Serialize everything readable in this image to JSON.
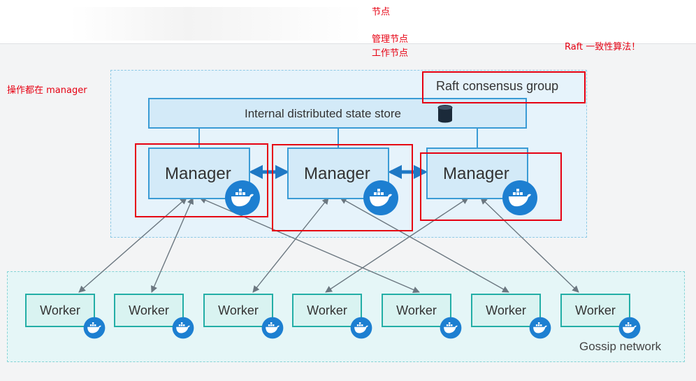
{
  "annotations": {
    "node": "节点",
    "manager_node": "管理节点",
    "worker_node": "工作节点",
    "raft_algorithm": "Raft 一致性算法！",
    "ops_on_manager": "操作都在 manager"
  },
  "diagram": {
    "store_label": "Internal distributed state store",
    "raft_label": "Raft consensus group",
    "managers": [
      "Manager",
      "Manager",
      "Manager"
    ],
    "workers": [
      "Worker",
      "Worker",
      "Worker",
      "Worker",
      "Worker",
      "Worker",
      "Worker"
    ],
    "gossip_label": "Gossip network"
  },
  "colors": {
    "annotation_red": "#e60012",
    "manager_border": "#3a9bd5",
    "worker_border": "#23aea6",
    "docker_blue": "#1d7fd1",
    "arrow_gray": "#6b7780"
  },
  "icons": [
    "database-icon",
    "docker-whale-icon"
  ]
}
